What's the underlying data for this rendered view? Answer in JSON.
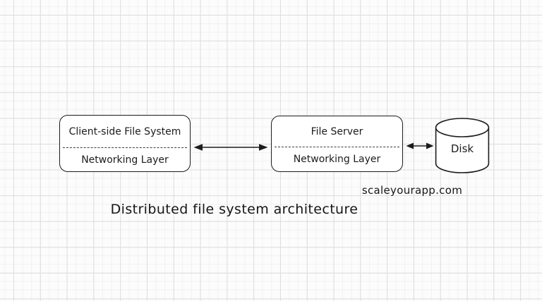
{
  "title": "Distributed file system architecture",
  "watermark": "scaleyourapp.com",
  "nodes": {
    "client": {
      "top_label": "Client-side File System",
      "bottom_label": "Networking Layer"
    },
    "server": {
      "top_label": "File Server",
      "bottom_label": "Networking Layer"
    },
    "disk": {
      "label": "Disk"
    }
  },
  "connections": [
    {
      "from": "client",
      "to": "server",
      "type": "bidirectional-arrow"
    },
    {
      "from": "server",
      "to": "disk",
      "type": "bidirectional-arrow"
    }
  ],
  "colors": {
    "stroke": "#1c1c1c",
    "text": "#1c1c1c",
    "node_fill": "#ffffff",
    "background": "#fcfcfc",
    "grid_minor": "#f1f1f1",
    "grid_major": "#dddddd"
  }
}
